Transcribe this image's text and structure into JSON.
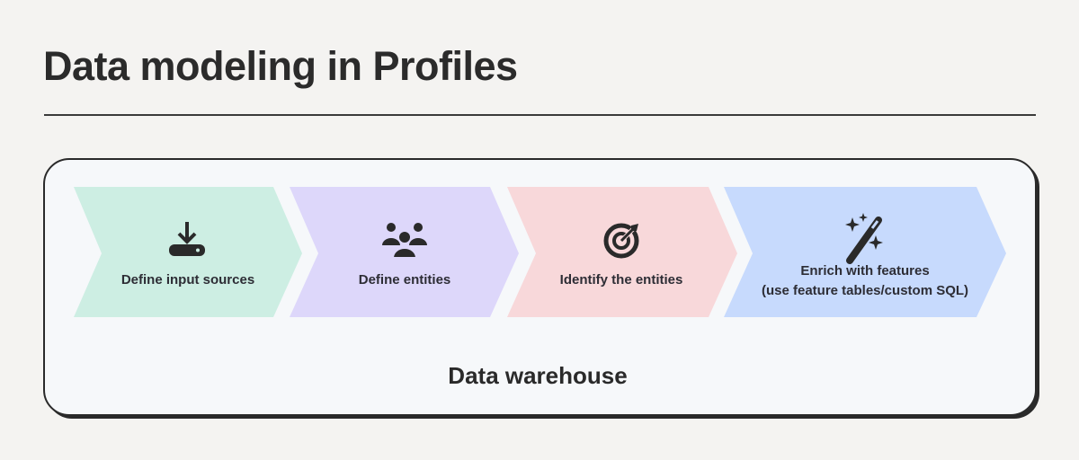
{
  "title": "Data modeling in Profiles",
  "container_label": "Data warehouse",
  "steps": [
    {
      "label": "Define input sources",
      "icon": "download-drive-icon",
      "color": "#cdeee3"
    },
    {
      "label": "Define entities",
      "icon": "users-icon",
      "color": "#ddd7fa"
    },
    {
      "label": "Identify the entities",
      "icon": "target-icon",
      "color": "#f8d8da"
    },
    {
      "label": "Enrich with features",
      "label2": "(use feature tables/custom SQL)",
      "icon": "magic-wand-icon",
      "color": "#c7dafd"
    }
  ],
  "colors": {
    "background": "#f4f3f1",
    "container": "#f6f8fa",
    "ink": "#2a2a2a"
  }
}
